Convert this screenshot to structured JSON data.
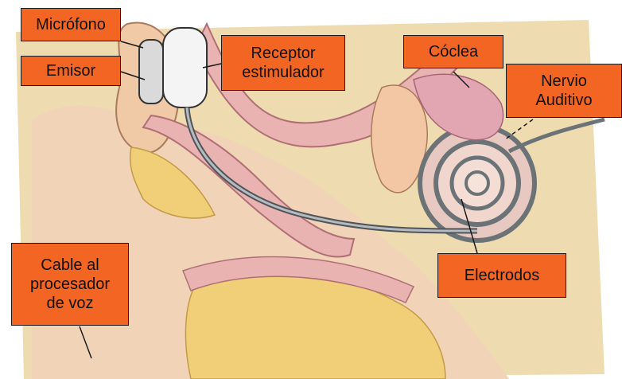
{
  "diagram": {
    "labels": {
      "microphone": "Micrófono",
      "transmitter": "Emisor",
      "receiver": "Receptor\nestimulador",
      "cochlea": "Cóclea",
      "auditory_nerve": "Nervio\nAuditivo",
      "electrodes": "Electrodos",
      "cable": "Cable al\nprocesador\nde voz"
    }
  },
  "colors": {
    "label_fill": "#f26522",
    "label_text": "#111111",
    "background": "#eedbb0",
    "tissue_pink": "#e9b3b2",
    "bone_yellow": "#f0cf78",
    "electrode_gray": "#6b7377"
  }
}
